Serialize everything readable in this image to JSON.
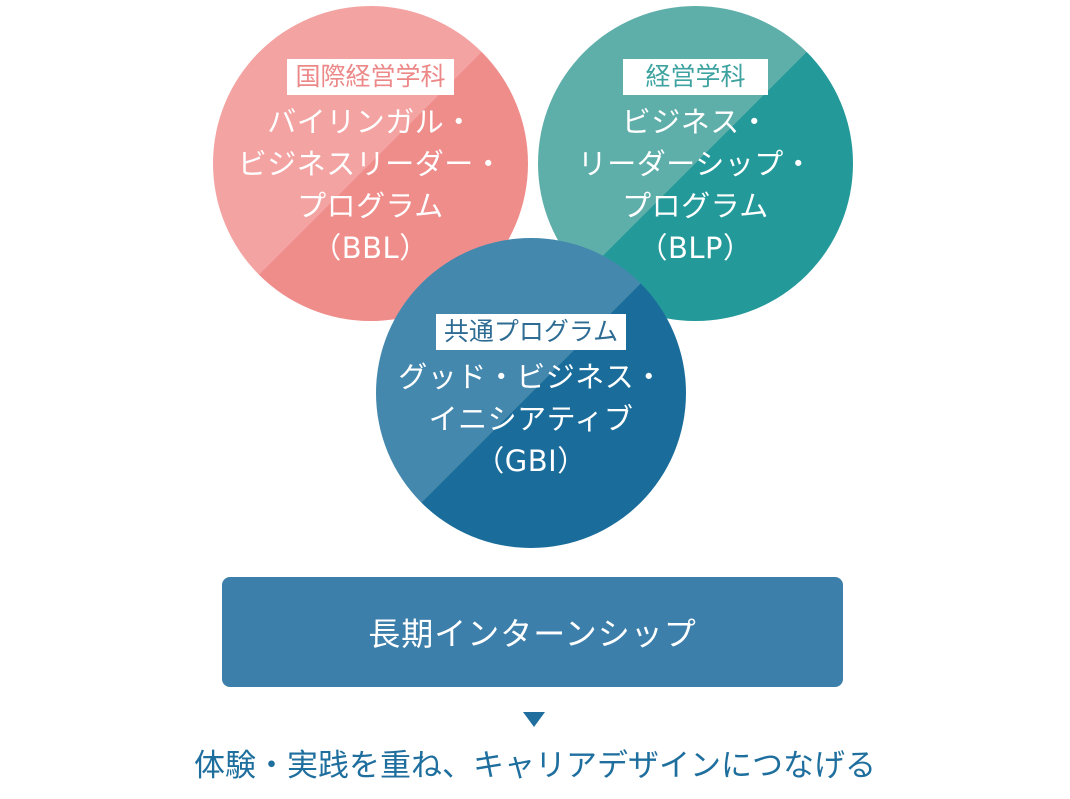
{
  "circles": {
    "bbl": {
      "tag": "国際経営学科",
      "title": "バイリンガル・\nビジネスリーダー・\nプログラム\n（BBL）",
      "color": "#ef8d8b"
    },
    "blp": {
      "tag": "経営学科",
      "title": "ビジネス・\nリーダーシップ・\nプログラム\n（BLP）",
      "color": "#23999a"
    },
    "gbi": {
      "tag": "共通プログラム",
      "title": "グッド・ビジネス・\nイニシアティブ\n（GBI）",
      "color": "#1a6d9b"
    }
  },
  "banner": {
    "label": "長期インターンシップ",
    "color": "#3d7fab"
  },
  "arrow": {
    "icon": "down-triangle-icon"
  },
  "footer": {
    "text": "体験・実践を重ね、キャリアデザインにつなげる"
  }
}
